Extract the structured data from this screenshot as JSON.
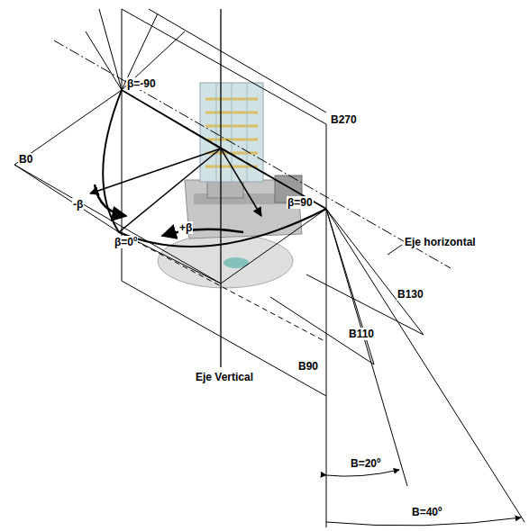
{
  "diagram": {
    "labels": [
      "β=-90",
      "B270",
      "B0",
      "-β",
      "+β",
      "β=0º",
      "β=90",
      "Eje horizontal",
      "B130",
      "B110",
      "Eje Vertical",
      "B90",
      "B=20º",
      "B=40º"
    ]
  }
}
